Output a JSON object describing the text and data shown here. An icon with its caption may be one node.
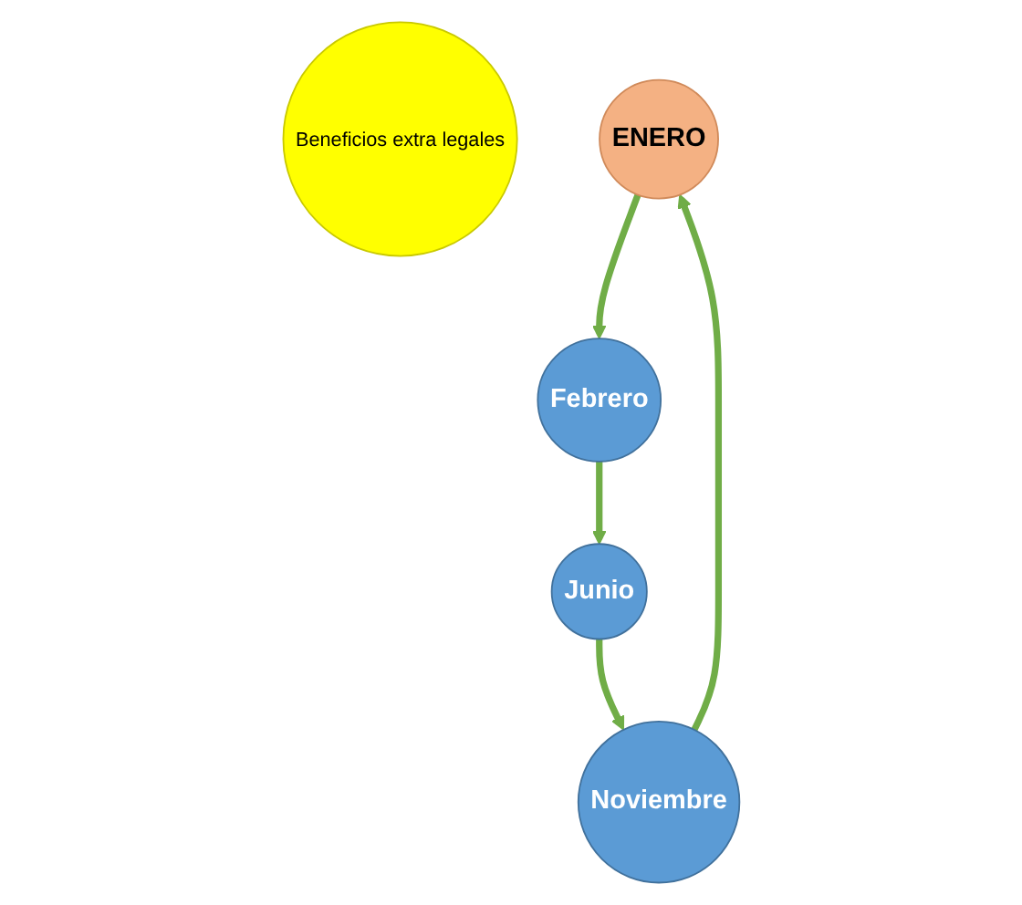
{
  "diagram": {
    "nodes": [
      {
        "text": [
          "Beneficios extra legales"
        ]
      },
      {
        "text": [
          "ENERO"
        ]
      },
      {
        "text": [
          "Febrero"
        ]
      },
      {
        "text": [
          "Junio"
        ]
      },
      {
        "text": [
          "Noviembre"
        ]
      }
    ],
    "edges": [
      {
        "from": 1,
        "to": 2,
        "arrow": "to"
      },
      {
        "from": 2,
        "to": 3,
        "arrow": "to"
      },
      {
        "from": 3,
        "to": 4,
        "arrow": "to"
      },
      {
        "from": 4,
        "to": 1,
        "arrow": "to"
      }
    ]
  }
}
